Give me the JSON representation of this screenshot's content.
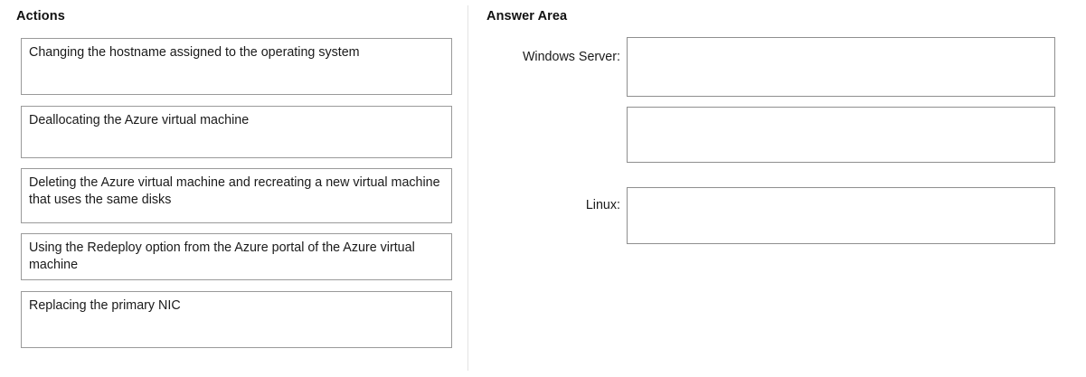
{
  "columns": {
    "actions": {
      "heading": "Actions",
      "items": [
        {
          "text": "Changing the hostname assigned to the operating system"
        },
        {
          "text": "Deallocating the Azure virtual machine"
        },
        {
          "text": "Deleting the Azure virtual machine and recreating a new virtual machine that uses the same disks"
        },
        {
          "text": "Using the Redeploy option from the Azure portal of the Azure virtual machine"
        },
        {
          "text": "Replacing the primary NIC"
        }
      ]
    },
    "answer_area": {
      "heading": "Answer Area",
      "labels": [
        {
          "text": "Windows Server:"
        },
        {
          "text": "Linux:"
        }
      ],
      "slots": [
        {
          "value": ""
        },
        {
          "value": ""
        },
        {
          "value": ""
        }
      ]
    }
  },
  "colors": {
    "box_border": "#9a9a9a",
    "slot_border": "#8f8f8f",
    "divider": "#e3e3e3",
    "text": "#1a1a1a",
    "background": "#ffffff"
  }
}
